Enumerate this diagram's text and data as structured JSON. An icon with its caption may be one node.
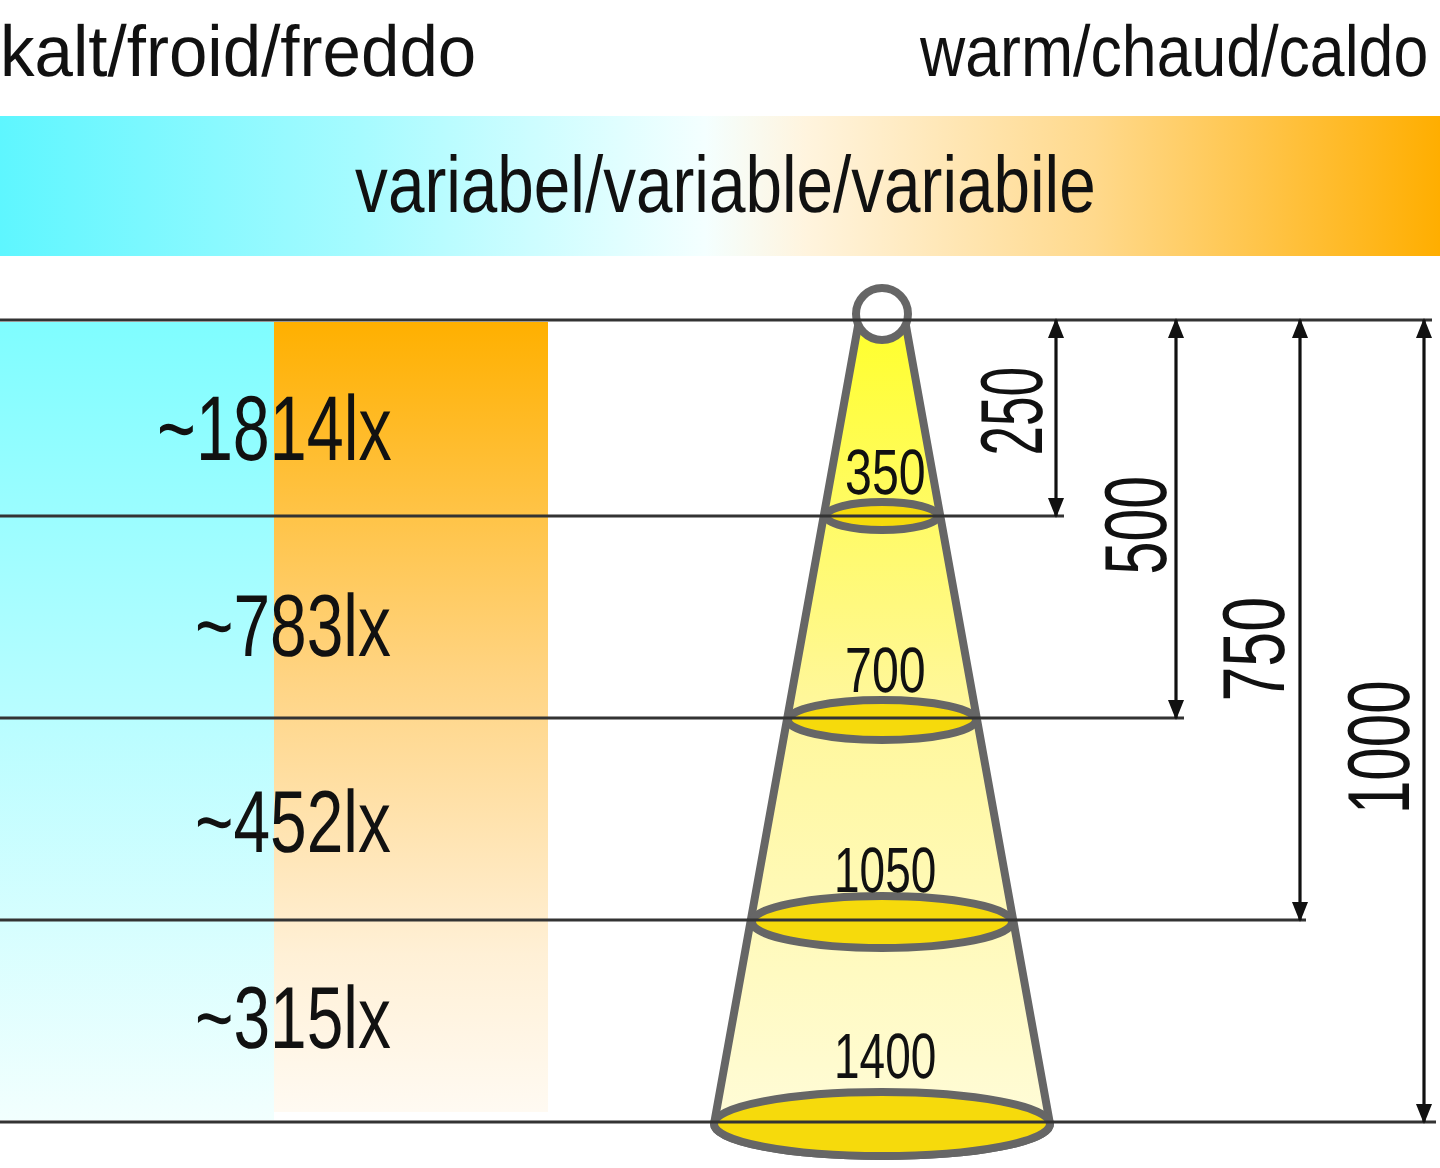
{
  "diagram": {
    "nodes": [
      {
        "text": [
          "variabel/variable/variabile"
        ],
        "beside": [
          "kalt/froid/freddo",
          "warm/chaud/caldo"
        ]
      }
    ],
    "labels": [
      "~1814lx",
      "350",
      "250",
      "500",
      "750",
      "1000",
      "~783lx",
      "700",
      "~452lx",
      "1050",
      "~315lx",
      "1400"
    ]
  }
}
